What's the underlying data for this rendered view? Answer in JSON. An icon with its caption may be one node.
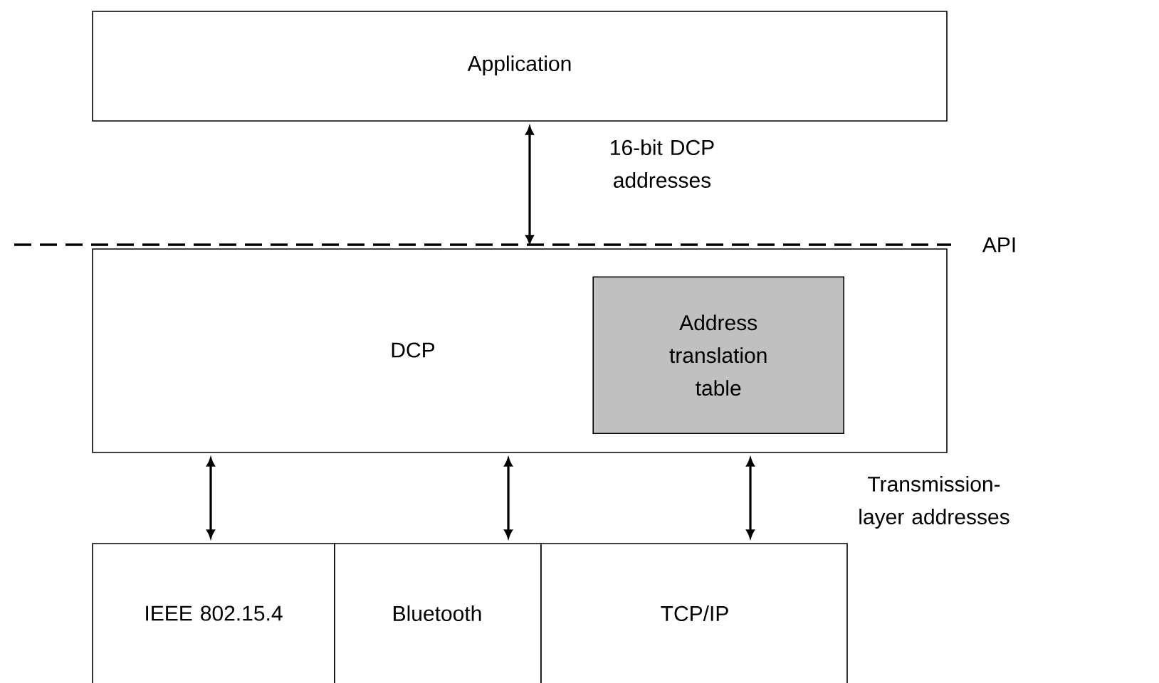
{
  "diagram": {
    "nodes": [
      {
        "text": [
          "Application"
        ]
      },
      {
        "text": [
          "DCP"
        ]
      },
      {
        "text": [
          "Address translation table"
        ],
        "in": 1
      },
      {
        "text": [
          "IEEE 802.15.4"
        ]
      },
      {
        "text": [
          "Bluetooth"
        ]
      },
      {
        "text": [
          "TCP/IP"
        ]
      }
    ],
    "edges": [
      {
        "from": 0,
        "to": 1,
        "arrow": "both",
        "label": "16-bit DCP addresses"
      },
      {
        "from": 1,
        "to": 3,
        "arrow": "both"
      },
      {
        "from": 1,
        "to": 4,
        "arrow": "both"
      },
      {
        "from": 1,
        "to": 5,
        "arrow": "both"
      }
    ],
    "labels": [
      "API",
      "Transmission-layer addresses"
    ]
  }
}
